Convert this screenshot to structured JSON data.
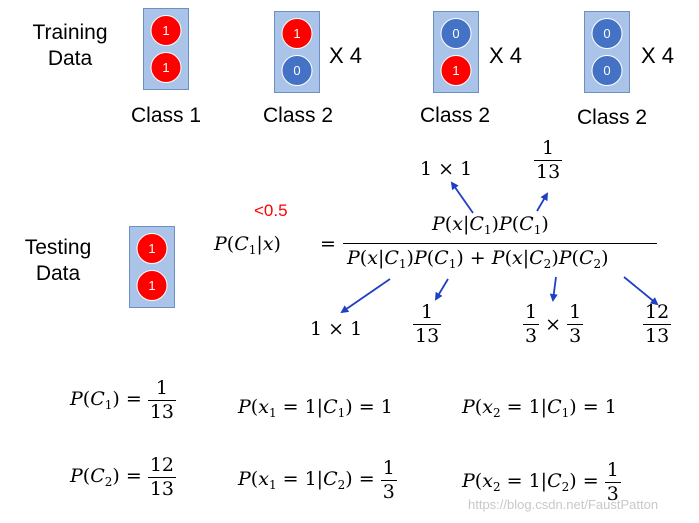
{
  "training": {
    "label_line1": "Training",
    "label_line2": "Data",
    "samples": [
      {
        "top": "1",
        "bottom": "1",
        "top_color": "red",
        "bottom_color": "red",
        "multiplier": "",
        "class": "Class 1"
      },
      {
        "top": "1",
        "bottom": "0",
        "top_color": "red",
        "bottom_color": "blue",
        "multiplier": "X 4",
        "class": "Class 2"
      },
      {
        "top": "0",
        "bottom": "1",
        "top_color": "blue",
        "bottom_color": "red",
        "multiplier": "X 4",
        "class": "Class 2"
      },
      {
        "top": "0",
        "bottom": "0",
        "top_color": "blue",
        "bottom_color": "blue",
        "multiplier": "X 4",
        "class": "Class 2"
      }
    ]
  },
  "testing": {
    "label_line1": "Testing",
    "label_line2": "Data",
    "sample": {
      "top": "1",
      "bottom": "1"
    }
  },
  "posterior": {
    "threshold_note": "<0.5",
    "numerator_left_annotation": "1 × 1",
    "numerator_right_annotation": {
      "num": "1",
      "den": "13"
    },
    "denominator_annotations": {
      "a": "1 × 1",
      "b": {
        "num": "1",
        "den": "13"
      },
      "c": {
        "left": {
          "num": "1",
          "den": "3"
        },
        "op": "×",
        "right": {
          "num": "1",
          "den": "3"
        }
      },
      "d": {
        "num": "12",
        "den": "13"
      }
    }
  },
  "priors": {
    "pc1": {
      "num": "1",
      "den": "13"
    },
    "pc2": {
      "num": "12",
      "den": "13"
    }
  },
  "likelihoods": {
    "x1_c1": "1",
    "x2_c1": "1",
    "x1_c2": {
      "num": "1",
      "den": "3"
    },
    "x2_c2": {
      "num": "1",
      "den": "3"
    }
  },
  "watermark": "https://blog.csdn.net/FaustPatton",
  "colors": {
    "red_ball": "#ff0000",
    "blue_ball": "#4472c4",
    "box_fill": "#a9c4e8",
    "arrow": "#1f3fc4",
    "note": "#ff0000"
  }
}
